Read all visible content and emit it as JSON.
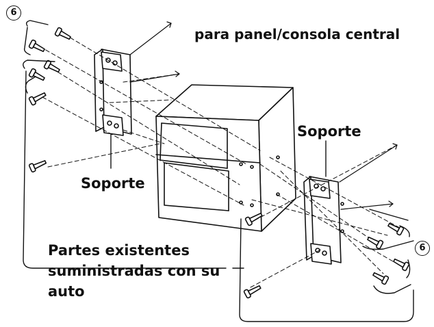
{
  "labels": {
    "panel": "para panel/consola central",
    "bracket_top": "Soporte",
    "bracket_left": "Soporte",
    "existing_line1": "Partes existentes",
    "existing_line2": "suministradas con su",
    "existing_line3": "auto",
    "part_number_left": "6",
    "part_number_right": "6"
  },
  "colors": {
    "ink": "#111111",
    "paper": "#ffffff"
  }
}
